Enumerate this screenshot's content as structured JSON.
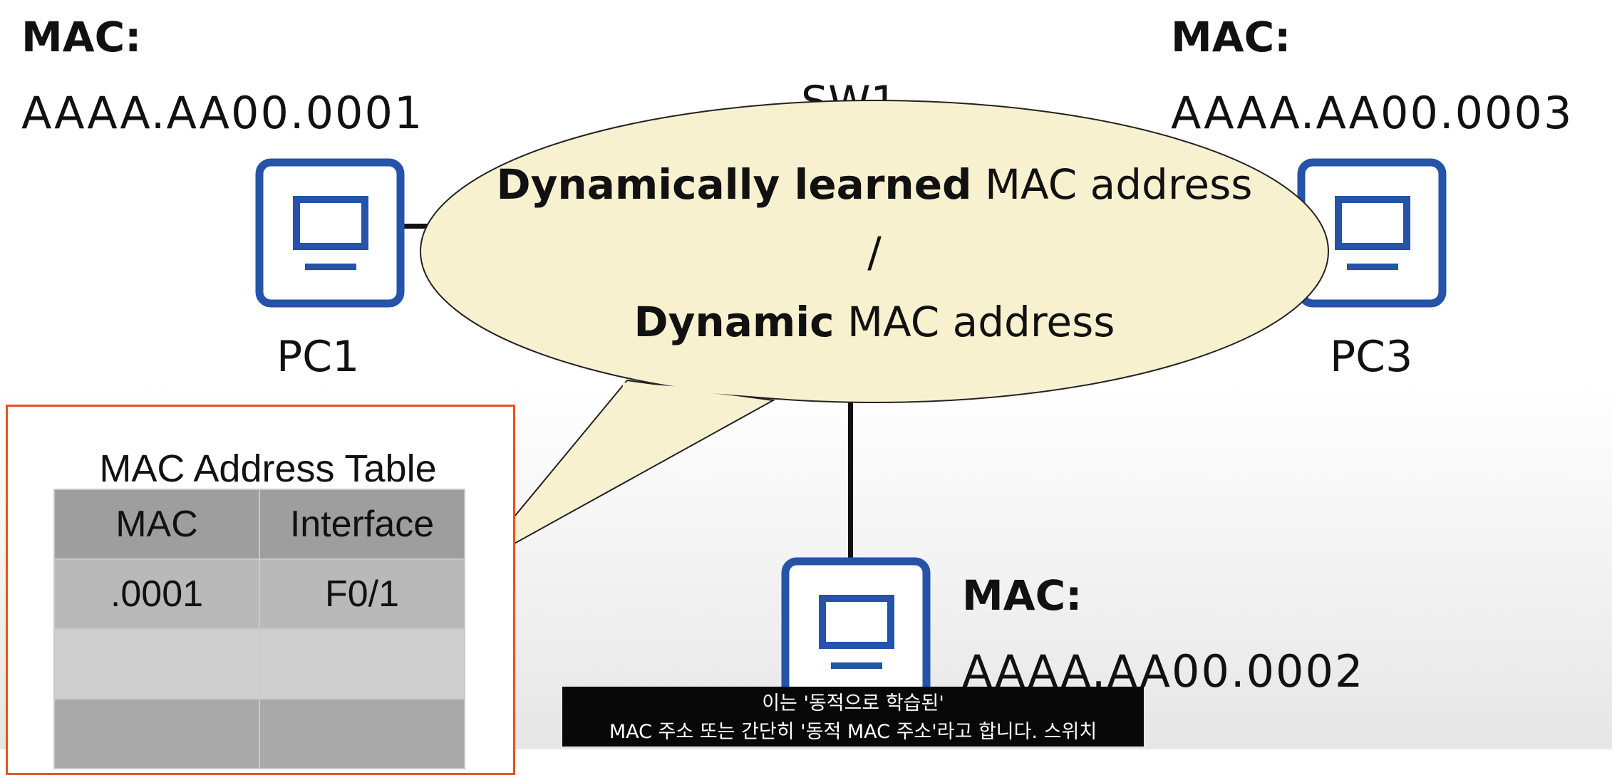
{
  "pc1": {
    "mac_label": "MAC:",
    "mac_value": "AAAA.AA00.0001",
    "name": "PC1"
  },
  "pc2": {
    "mac_label": "MAC:",
    "mac_value": "AAAA.AA00.0002"
  },
  "pc3": {
    "mac_label": "MAC:",
    "mac_value": "AAAA.AA00.0003",
    "name": "PC3"
  },
  "switch": {
    "name": "SW1"
  },
  "callout": {
    "line1_bold": "Dynamically learned",
    "line1_rest": "MAC address",
    "line2": "/",
    "line3_bold": "Dynamic",
    "line3_rest": "MAC address"
  },
  "mac_table": {
    "title": "MAC Address Table",
    "headers": [
      "MAC",
      "Interface"
    ],
    "rows": [
      [
        ".0001",
        "F0/1"
      ],
      [
        "",
        ""
      ],
      [
        "",
        ""
      ]
    ]
  },
  "subtitle": {
    "line1": "이는 '동적으로 학습된'",
    "line2": "MAC 주소 또는 간단히 '동적 MAC 주소'라고 합니다. 스위치"
  },
  "colors": {
    "pc_icon": "#2453a8",
    "table_border": "#e8511d",
    "callout_fill": "#f8f1d0"
  },
  "icons": [
    "computer-icon"
  ]
}
